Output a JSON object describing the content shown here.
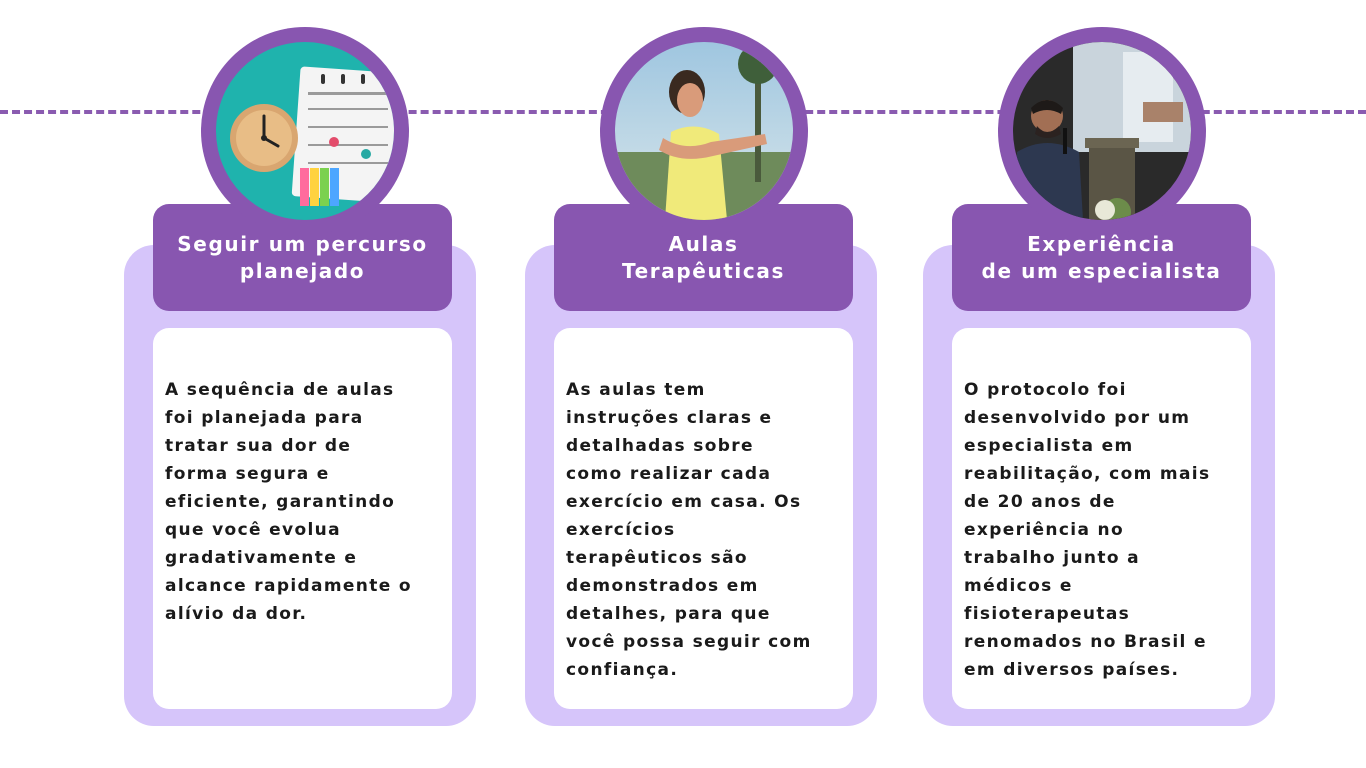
{
  "cards": [
    {
      "title_lines": [
        "Seguir um percurso",
        "planejado"
      ],
      "body_lines": [
        "A sequência de aulas",
        "foi planejada para",
        "tratar sua dor de",
        "forma segura e",
        "eficiente, garantindo",
        "que você evolua",
        "gradativamente e",
        "alcance rapidamente o",
        "alívio da dor."
      ],
      "image": "calendar-clock-photo"
    },
    {
      "title_lines": [
        "Aulas",
        "Terapêuticas"
      ],
      "body_lines": [
        "As aulas tem",
        "instruções claras e",
        "detalhadas sobre",
        "como realizar cada",
        "exercício em casa. Os",
        "exercícios",
        "terapêuticos são",
        "demonstrados em",
        "detalhes, para que",
        "você possa seguir com",
        "confiança."
      ],
      "image": "woman-exercising-photo"
    },
    {
      "title_lines": [
        "Experiência",
        "de um especialista"
      ],
      "body_lines": [
        "O protocolo foi",
        "desenvolvido por um",
        "especialista em",
        "reabilitação, com mais",
        "de 20 anos de",
        "experiência no",
        "trabalho junto a",
        "médicos e",
        "fisioterapeutas",
        "renomados no Brasil e",
        "em diversos países."
      ],
      "image": "speaker-at-podium-photo"
    }
  ],
  "colors": {
    "accent": "#8856b0",
    "card_background": "#d6c5fa",
    "body_text": "#1a1a1a",
    "header_text": "#ffffff"
  }
}
